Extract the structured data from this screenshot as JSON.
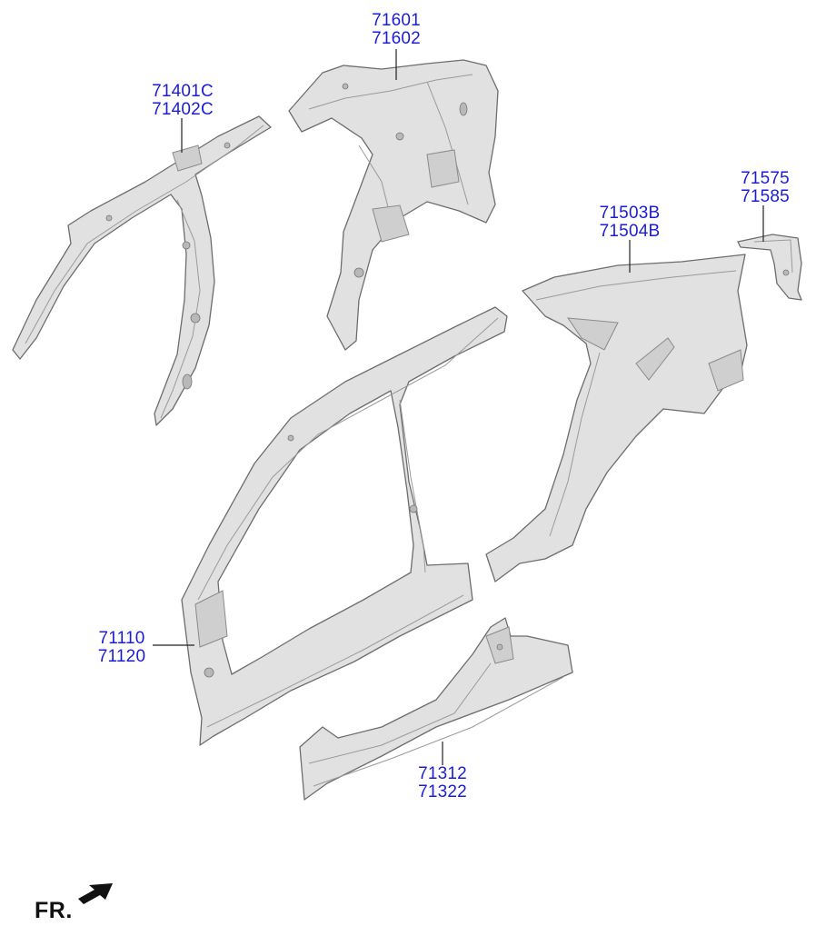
{
  "callouts": [
    {
      "id": "roof-rail-center-pillar",
      "codes": [
        "71401C",
        "71402C"
      ]
    },
    {
      "id": "quarter-inner-panel",
      "codes": [
        "71601",
        "71602"
      ]
    },
    {
      "id": "quarter-outer-panel",
      "codes": [
        "71503B",
        "71504B"
      ]
    },
    {
      "id": "tail-lamp-bracket",
      "codes": [
        "71575",
        "71585"
      ]
    },
    {
      "id": "side-outer-panel",
      "codes": [
        "71110",
        "71120"
      ]
    },
    {
      "id": "side-sill-panel",
      "codes": [
        "71312",
        "71322"
      ]
    }
  ],
  "direction": {
    "label": "FR.",
    "icon": "arrow-icon"
  },
  "colors": {
    "label_blue": "#1c1cd8",
    "part_fill": "#e1e1e1",
    "outline": "#6d6d6d"
  }
}
